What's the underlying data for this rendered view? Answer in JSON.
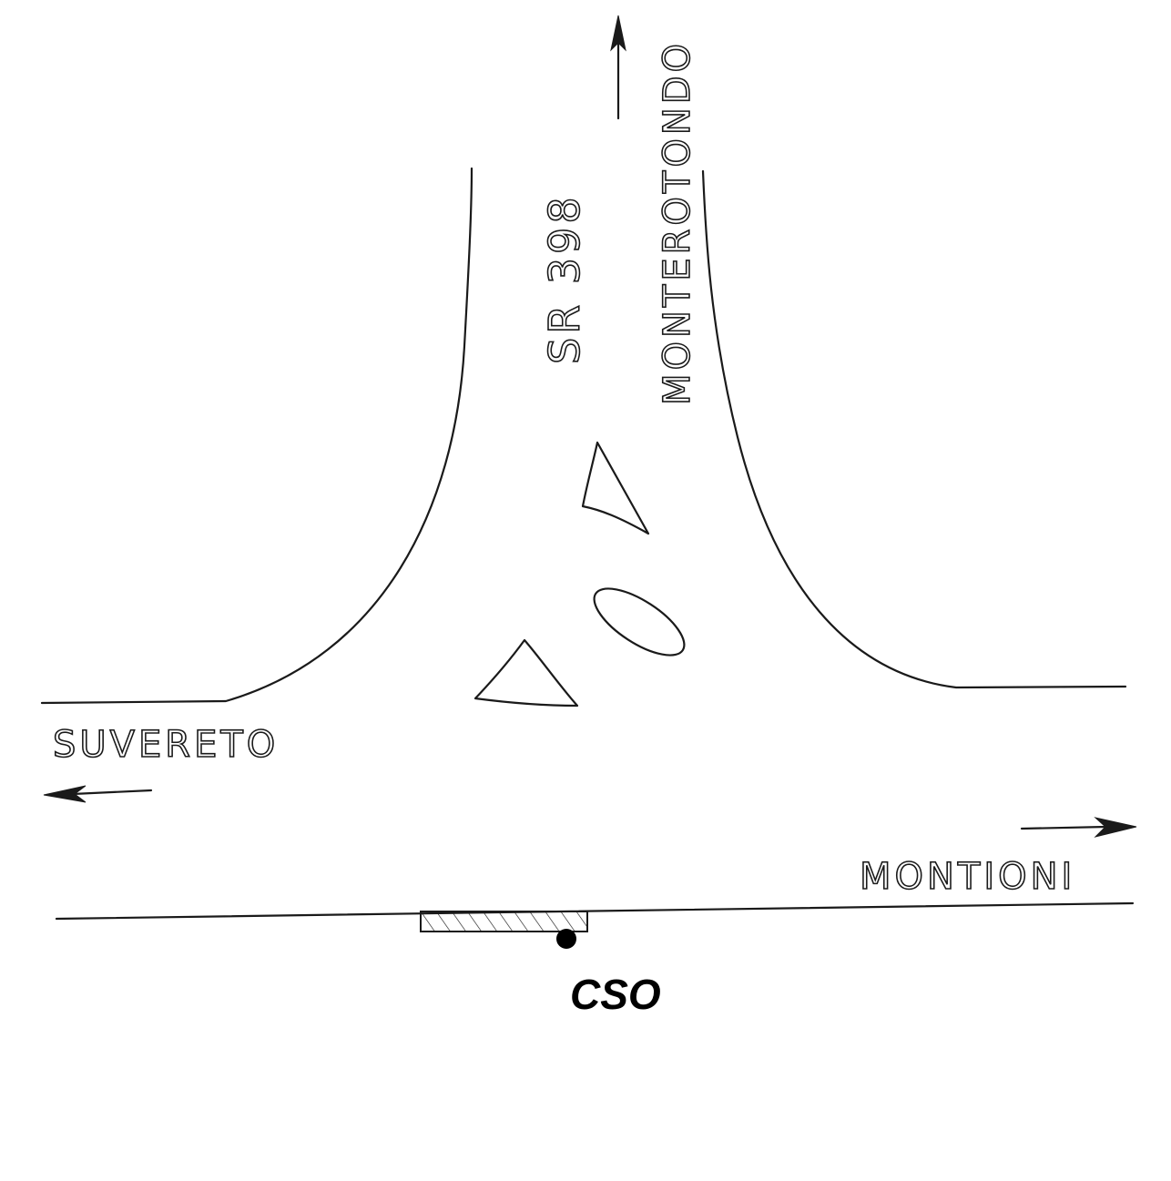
{
  "labels": {
    "road_code": "SR 398",
    "north_destination": "MONTEROTONDO",
    "west_destination": "SUVERETO",
    "east_destination": "MONTIONI",
    "station": "CSO"
  },
  "colors": {
    "ink": "#1a1a1a",
    "paper": "#ffffff"
  }
}
